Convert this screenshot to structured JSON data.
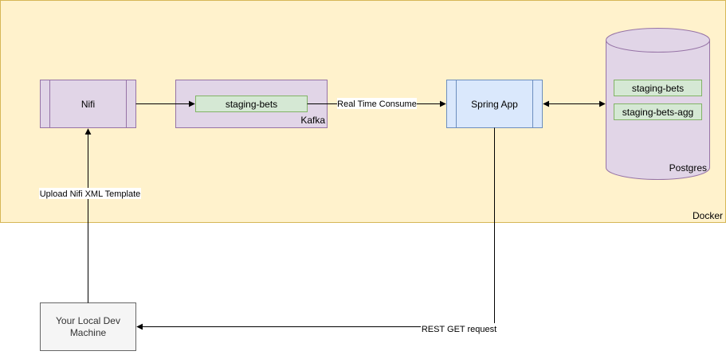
{
  "diagram": {
    "containers": {
      "docker": {
        "label": "Docker"
      },
      "kafka": {
        "label": "Kafka"
      },
      "postgres": {
        "label": "Postgres"
      }
    },
    "nodes": {
      "nifi": {
        "label": "Nifi"
      },
      "spring_app": {
        "label": "Spring App"
      },
      "local_dev_machine": {
        "label_line1": "Your Local Dev",
        "label_line2": "Machine"
      }
    },
    "topics": {
      "kafka_staging_bets": {
        "label": "staging-bets"
      }
    },
    "tables": {
      "staging_bets": {
        "label": "staging-bets"
      },
      "staging_bets_agg": {
        "label": "staging-bets-agg"
      }
    },
    "edge_labels": {
      "real_time_consume": "Real Time Consume",
      "upload_nifi_xml_template": "Upload Nifi XML Template",
      "rest_get_request": "REST GET request"
    },
    "colors": {
      "docker_fill": "#fff2cc",
      "docker_stroke": "#d6b656",
      "process_fill": "#e1d5e7",
      "process_stroke": "#9673a6",
      "spring_fill": "#dae8fc",
      "spring_stroke": "#6c8ebf",
      "topic_fill": "#d5e8d4",
      "topic_stroke": "#82b366",
      "local_fill": "#f5f5f5",
      "local_stroke": "#666666",
      "edge": "#000000"
    }
  }
}
